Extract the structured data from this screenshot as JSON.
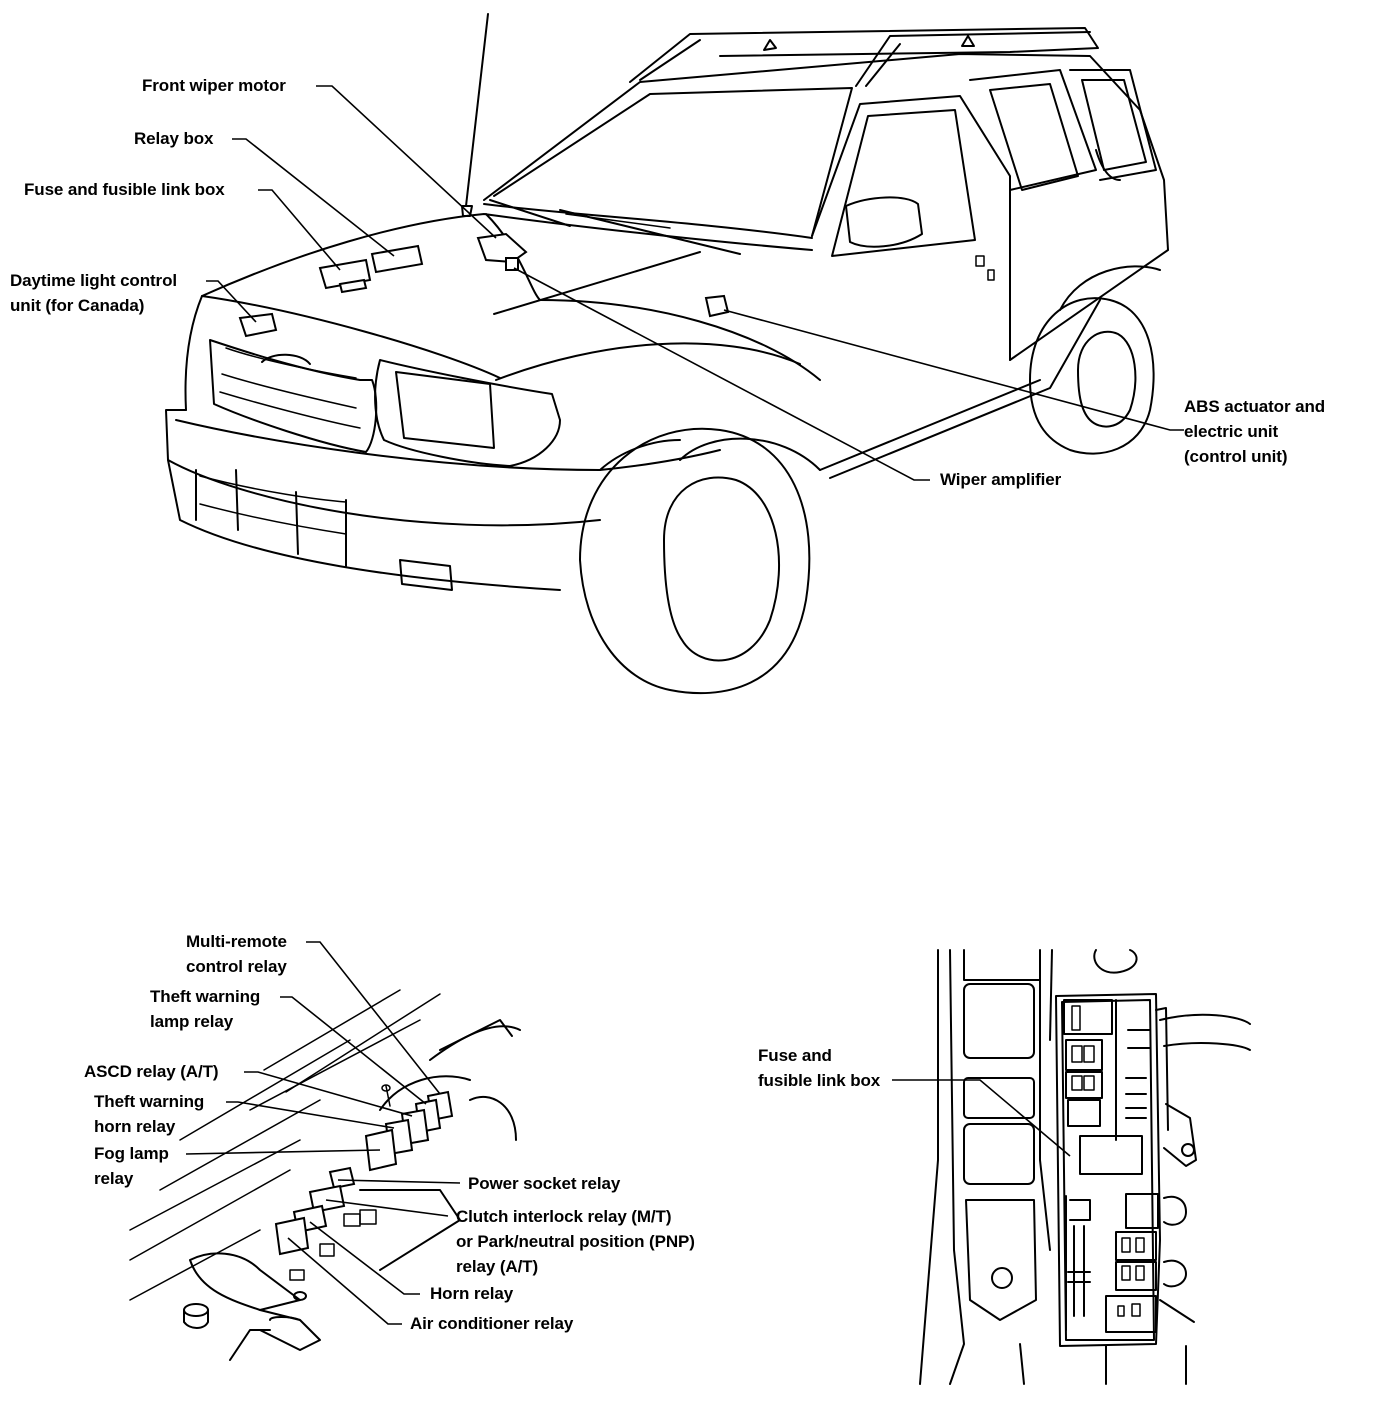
{
  "colors": {
    "ink": "#000000",
    "paper": "#ffffff"
  },
  "top_view": {
    "labels": {
      "front_wiper_motor": "Front wiper motor",
      "relay_box": "Relay box",
      "fuse_link_box": "Fuse and fusible link box",
      "daytime_light": "Daytime light control\nunit (for Canada)",
      "abs_actuator": "ABS actuator and\nelectric unit\n(control unit)",
      "wiper_amplifier": "Wiper amplifier"
    }
  },
  "relay_view": {
    "labels": {
      "multi_remote": "Multi-remote\ncontrol relay",
      "theft_lamp": "Theft warning\nlamp relay",
      "ascd": "ASCD relay (A/T)",
      "theft_horn": "Theft warning\nhorn relay",
      "fog_lamp": "Fog lamp\nrelay",
      "power_socket": "Power socket relay",
      "clutch_interlock": "Clutch interlock relay (M/T)\nor Park/neutral position (PNP)\nrelay (A/T)",
      "horn": "Horn relay",
      "air_conditioner": "Air conditioner relay"
    }
  },
  "fuse_view": {
    "labels": {
      "fuse_link_box": "Fuse and\nfusible link box"
    }
  }
}
